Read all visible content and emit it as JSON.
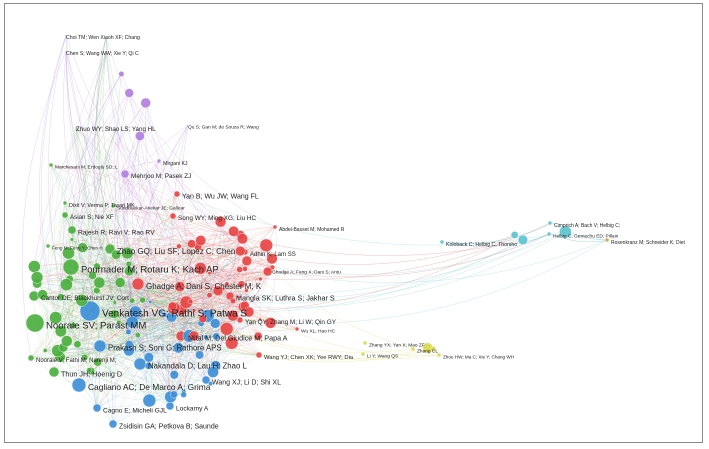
{
  "colors": {
    "green": "#4caf3f",
    "blue": "#3d8fd8",
    "red": "#e84545",
    "purple": "#b27fe0",
    "teal": "#5cc3d0",
    "yellow": "#d8d84a",
    "orange": "#e0a040",
    "node_outline": "#ffffff"
  },
  "labels": [
    {
      "id": "chai",
      "text": "Choi TM; Wen Xiaoh XF; Chang"
    },
    {
      "id": "chen_s",
      "text": "Chen S; Wang WW; Xie Y; Qi C"
    },
    {
      "id": "zhuo",
      "text": "Zhuo WY; Shao LS; Yang HL"
    },
    {
      "id": "qu",
      "text": "Qu S; Gan M; de Souza R; Wang"
    },
    {
      "id": "marc",
      "text": "Marchesani M; Erdoglu SD; L"
    },
    {
      "id": "mirgani",
      "text": "Mirgani KJ"
    },
    {
      "id": "mehrjoo",
      "text": "Mehrjoo M; Pasek ZJ"
    },
    {
      "id": "dixit",
      "text": "Dixit V; Verma P; Tiwari MK"
    },
    {
      "id": "sandbuekar",
      "text": "Sundbuekar-Anekar JE; Gallear"
    },
    {
      "id": "asian",
      "text": "Asian S; Nie XF"
    },
    {
      "id": "rajesh",
      "text": "Rajesh R; Ravi V; Rao RV"
    },
    {
      "id": "yanb",
      "text": "Yan B; Wu JW; Wang FL"
    },
    {
      "id": "song",
      "text": "Song WY; Ming XG; Liu HC"
    },
    {
      "id": "feng",
      "text": "Feng M; Feng Y; Chen H"
    },
    {
      "id": "zhaogq",
      "text": "Zhao GQ; Liu SF; Lopez C; Chen"
    },
    {
      "id": "pournader",
      "text": "Pournader M; Rotaru K; Kach AP"
    },
    {
      "id": "adhin",
      "text": "Adhin K; Lam SS"
    },
    {
      "id": "abdel",
      "text": "Abdel-Basset M; Mohamed R"
    },
    {
      "id": "ghadge",
      "text": "Ghadge A; Dani S; Chester M; K"
    },
    {
      "id": "ghadge2",
      "text": "Ghadge A; Fang X; Dani S; Antu"
    },
    {
      "id": "mangla",
      "text": "Mangla SK; Luthra S; Jakhar S"
    },
    {
      "id": "cantor",
      "text": "Cantor DE; Blackhurst JV; Cort"
    },
    {
      "id": "nooraie",
      "text": "Nooraie SV; Parast MM"
    },
    {
      "id": "venkatesh",
      "text": "Venkatesh VG; Rathi S; Patwa S"
    },
    {
      "id": "yanqy",
      "text": "Yan QY; Zhang M; Li W; Qin GY"
    },
    {
      "id": "wu",
      "text": "Wu XL; Hao HC"
    },
    {
      "id": "mital",
      "text": "Mital M; Del Giudice M; Papa A"
    },
    {
      "id": "prakash",
      "text": "Prakash S; Soni G; Rathore APS"
    },
    {
      "id": "nooraie2",
      "text": "Nooraie V; Fathi M; Narenji M;"
    },
    {
      "id": "nakandala",
      "text": "Nakandala D; Lau H; Zhao L"
    },
    {
      "id": "thun",
      "text": "Thun JH; Hoenig D"
    },
    {
      "id": "wangy",
      "text": "Wang YJ; Chen XK; Yee RWY; Dia"
    },
    {
      "id": "cagliano",
      "text": "Cagliano AC; De Marco A; Grima"
    },
    {
      "id": "wangxj",
      "text": "Wang XJ; Li D; Shi XL"
    },
    {
      "id": "cagno",
      "text": "Cagno E; Micheli GJL"
    },
    {
      "id": "lockamy",
      "text": "Lockamy A"
    },
    {
      "id": "zsidisin",
      "text": "Zsidisin GA; Petkova B; Saunde"
    },
    {
      "id": "kolobaek",
      "text": "Koloback C; Helbig C; Thorsho"
    },
    {
      "id": "cimprich",
      "text": "Cimprich A; Bach V; Helbig C;"
    },
    {
      "id": "helbig",
      "text": "Helbig C; Gemechu ED; Pillain"
    },
    {
      "id": "rosenkranz",
      "text": "Rosenkranz M; Schneider K; Diet"
    },
    {
      "id": "zhangyx",
      "text": "Zhang YX; Yan X; Mao ZF"
    },
    {
      "id": "zhangcl",
      "text": "Zhang CL"
    },
    {
      "id": "liy",
      "text": "Li Y; Wang QS"
    },
    {
      "id": "zhou",
      "text": "Zhou HW; Ma C; Xie Y; Chang WH"
    }
  ]
}
